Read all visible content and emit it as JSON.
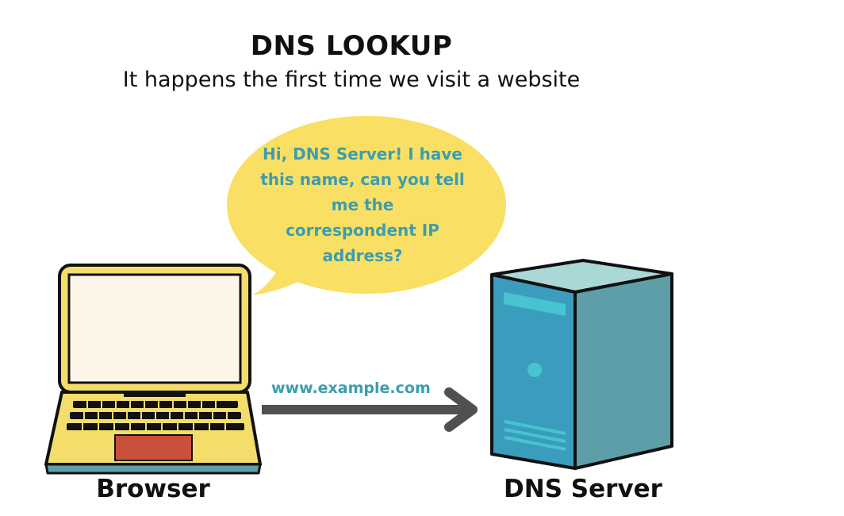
{
  "title": "DNS LOOKUP",
  "subtitle": "It happens the first time we visit a website",
  "speech_bubble": {
    "lines": [
      "Hi, DNS Server! I have",
      "this name, can you tell",
      "me the",
      "correspondent IP",
      "address?"
    ]
  },
  "arrow_label": "www.example.com",
  "browser_label": "Browser",
  "server_label": "DNS Server",
  "colors": {
    "bubble": "#f9e064",
    "bubble_text": "#3d9db0",
    "laptop_body": "#f4dd6a",
    "laptop_screen": "#fdf6e8",
    "trackpad": "#c9503a",
    "arrow": "#505050",
    "server_front": "#3a9dbd",
    "server_side": "#5e9ea8",
    "server_top": "#a9d8d6"
  },
  "icons": [
    "laptop-icon",
    "server-tower-icon",
    "arrow-right-icon",
    "speech-bubble-icon"
  ]
}
